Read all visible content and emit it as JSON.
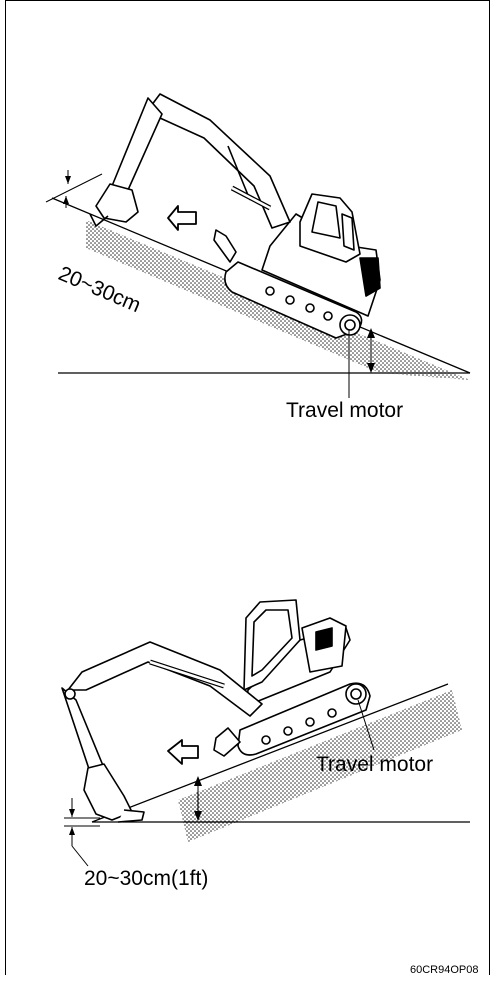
{
  "top": {
    "dimension_label": "20~30cm",
    "motor_label": "Travel motor"
  },
  "bottom": {
    "dimension_label": "20~30cm(1ft)",
    "motor_label": "Travel motor"
  },
  "figure_code": "60CR94OP08"
}
